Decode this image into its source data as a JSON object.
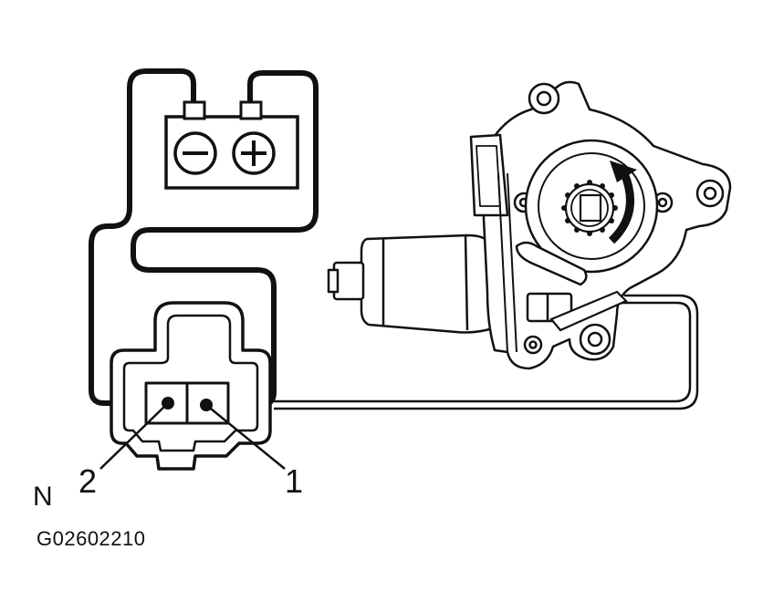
{
  "labels": {
    "terminal_1": "1",
    "terminal_2": "2",
    "orientation": "N",
    "figure_id": "G02602210"
  },
  "battery": {
    "negative_symbol": "−",
    "positive_symbol": "+"
  },
  "colors": {
    "ink": "#111111",
    "paper": "#ffffff"
  }
}
